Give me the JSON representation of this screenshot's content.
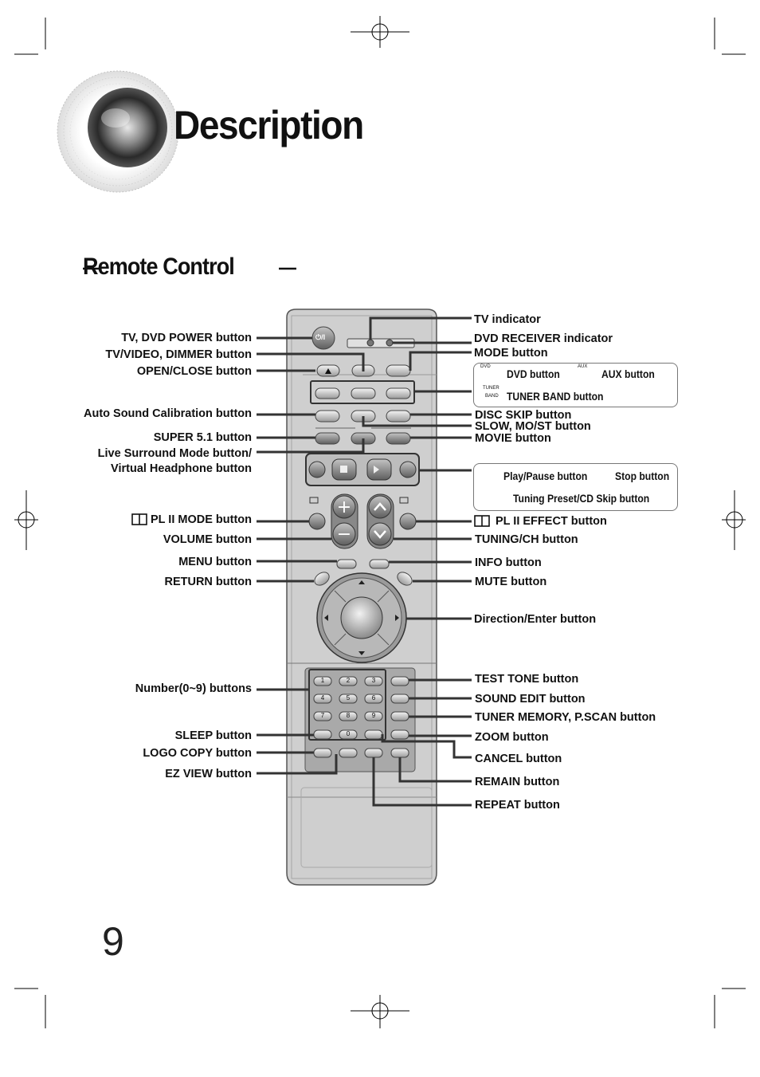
{
  "page": {
    "title": "Description",
    "subtitle": "Remote Control",
    "page_number": "9"
  },
  "labels_left": {
    "tv_dvd_power": "TV, DVD POWER button",
    "tv_video_dimmer": "TV/VIDEO, DIMMER button",
    "open_close": "OPEN/CLOSE button",
    "auto_sound": "Auto Sound Calibration button",
    "super51": "SUPER 5.1 button",
    "live_surround_1": "Live Surround Mode button/",
    "live_surround_2": "Virtual Headphone button",
    "pl2_mode": "PL II MODE button",
    "volume": "VOLUME button",
    "menu": "MENU button",
    "return": "RETURN button",
    "number": "Number(0~9) buttons",
    "sleep": "SLEEP button",
    "logo_copy": "LOGO COPY button",
    "ez_view": "EZ VIEW button"
  },
  "labels_right": {
    "tv_indicator": "TV indicator",
    "dvd_receiver": "DVD RECEIVER indicator",
    "mode": "MODE button",
    "disc_skip": "DISC SKIP button",
    "slow_most": "SLOW, MO/ST button",
    "movie": "MOVIE button",
    "pl2_effect": "PL II EFFECT button",
    "tuning_ch": "TUNING/CH button",
    "info": "INFO button",
    "mute": "MUTE button",
    "direction": "Direction/Enter button",
    "test_tone": "TEST TONE button",
    "sound_edit": "SOUND EDIT button",
    "tuner_memory": "TUNER MEMORY, P.SCAN button",
    "zoom": "ZOOM button",
    "cancel": "CANCEL button",
    "remain": "REMAIN button",
    "repeat": "REPEAT button"
  },
  "mode_box": {
    "dvd": "DVD button",
    "aux": "AUX button",
    "tuner_band": "TUNER BAND button",
    "dvd_tag": "DVD",
    "aux_tag": "AUX",
    "tuner_tag": "TUNER",
    "band_tag": "BAND"
  },
  "play_box": {
    "play_pause": "Play/Pause button",
    "stop": "Stop button",
    "tuning_preset": "Tuning Preset/CD Skip button"
  },
  "remote": {
    "power_symbol": "⏻/I",
    "digits": [
      "1",
      "2",
      "3",
      "4",
      "5",
      "6",
      "7",
      "8",
      "9",
      "0"
    ]
  },
  "colors": {
    "remote_body": "#c8c8c8",
    "button_dark": "#6e6e6e",
    "leader_line": "#333333"
  }
}
